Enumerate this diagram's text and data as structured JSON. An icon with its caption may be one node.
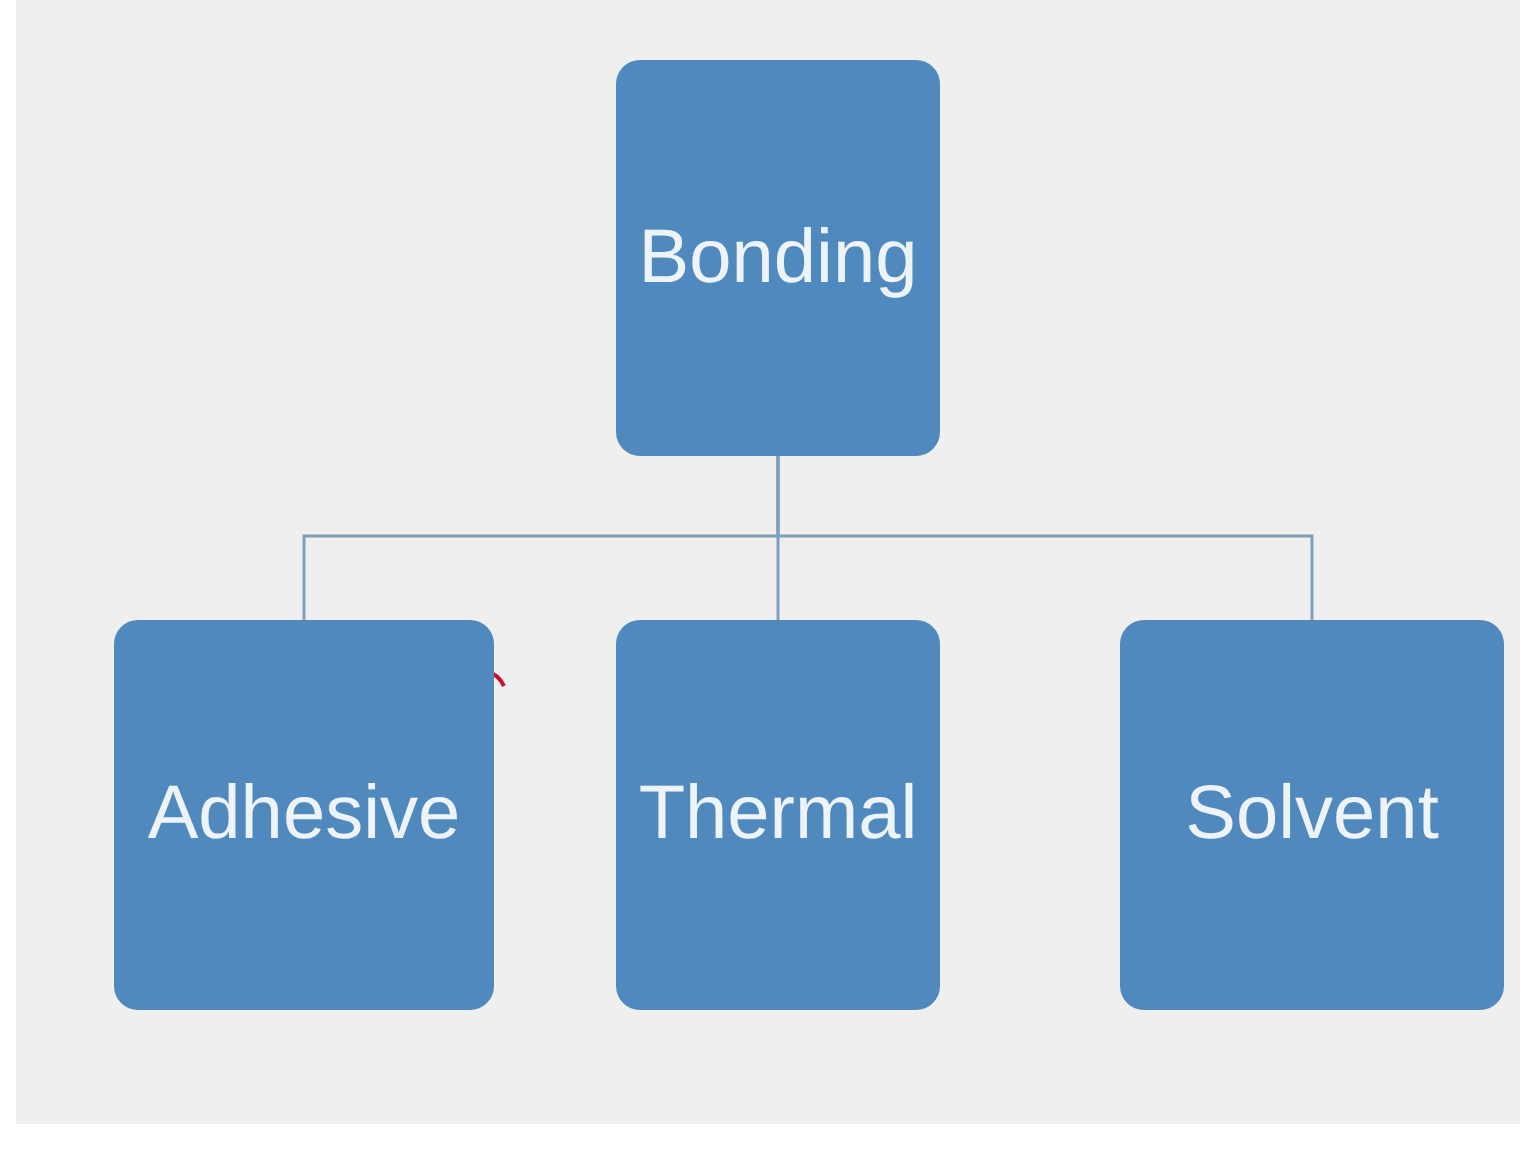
{
  "diagram": {
    "nodes": [
      {
        "text": [
          "Bonding"
        ]
      },
      {
        "text": [
          "Adhesive"
        ]
      },
      {
        "text": [
          "Thermal"
        ]
      },
      {
        "text": [
          "Solvent"
        ]
      }
    ],
    "edges": [
      {
        "from": 0,
        "to": 1,
        "arrow": "none"
      },
      {
        "from": 0,
        "to": 2,
        "arrow": "none"
      },
      {
        "from": 0,
        "to": 3,
        "arrow": "none"
      }
    ]
  }
}
